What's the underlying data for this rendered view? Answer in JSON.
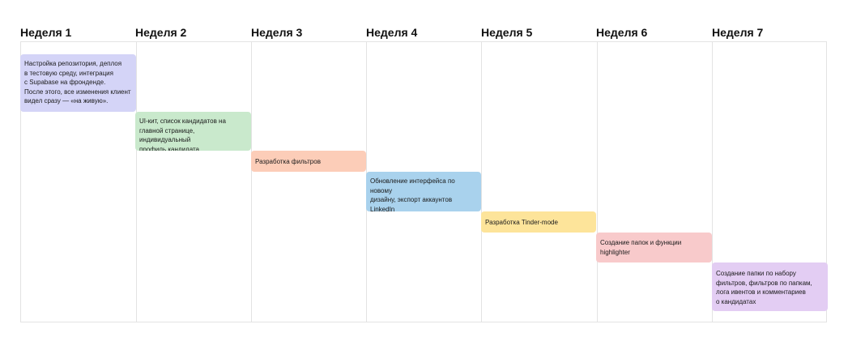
{
  "weeks": [
    {
      "label": "Неделя 1"
    },
    {
      "label": "Неделя 2"
    },
    {
      "label": "Неделя 3"
    },
    {
      "label": "Неделя 4"
    },
    {
      "label": "Неделя 5"
    },
    {
      "label": "Неделя 6"
    },
    {
      "label": "Неделя 7"
    }
  ],
  "tasks": [
    {
      "week": 1,
      "text": "Настройка репозитория, деплоя\nв тестовую среду, интеграция\nс Supabase на фронденде.\nПосле этого, все изменения клиент\nвидел сразу — «на живую».",
      "color": "#d4d4f7"
    },
    {
      "week": 2,
      "text": "UI-кит, список кандидатов на\nглавной странице, индивидуальный\nпрофиль кандидата.",
      "color": "#c9e9cc"
    },
    {
      "week": 3,
      "text": "Разработка фильтров",
      "color": "#fccdb8"
    },
    {
      "week": 4,
      "text": "Обновление интерфейса по новому\nдизайну, экспорт аккаунтов\nLinkedIn",
      "color": "#a9d2ed"
    },
    {
      "week": 5,
      "text": "Разработка Tinder-mode",
      "color": "#fde49a"
    },
    {
      "week": 6,
      "text": "Создание папок и функции\nhighlighter",
      "color": "#f8cacb"
    },
    {
      "week": 7,
      "text": "Создание папки по набору\nфильтров, фильтров по папкам,\nлога ивентов и комментариев\nо кандидатах",
      "color": "#e3cdf3"
    }
  ]
}
